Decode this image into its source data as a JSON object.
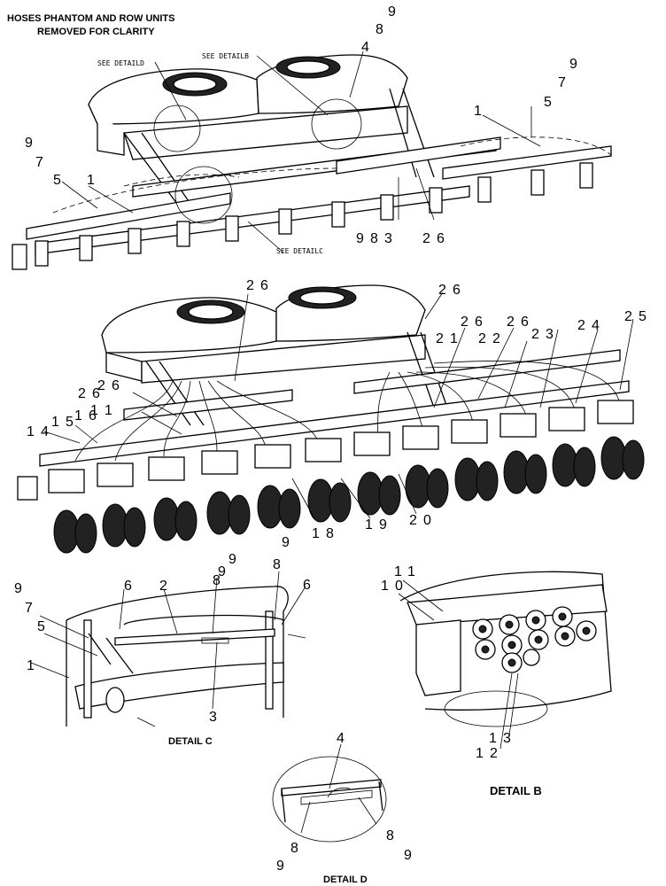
{
  "header": {
    "line1": "HOSES PHANTOM AND ROW UNITS",
    "line2": "REMOVED FOR CLARITY"
  },
  "see_labels": {
    "detail_d": "SEE DETAILD",
    "detail_b": "SEE DETAILB",
    "detail_c": "SEE DETAILC"
  },
  "captions": {
    "detail_c": "DETAIL C",
    "detail_b": "DETAIL B",
    "detail_d": "DETAIL D"
  },
  "callouts_top": [
    "9",
    "8",
    "4",
    "9",
    "7",
    "5",
    "1",
    "9",
    "7",
    "5",
    "1",
    "9",
    "8",
    "3",
    "2",
    "6"
  ],
  "callouts_mid": [
    "2",
    "6",
    "2",
    "6",
    "2",
    "6",
    "2",
    "6",
    "2",
    "1",
    "2",
    "2",
    "2",
    "3",
    "2",
    "4",
    "2",
    "5",
    "2",
    "6",
    "2",
    "6",
    "1",
    "1",
    "1",
    "6",
    "1",
    "5",
    "1",
    "4",
    "1",
    "8",
    "1",
    "9",
    "2",
    "0"
  ],
  "callouts_c": [
    "9",
    "9",
    "8",
    "9",
    "8",
    "6",
    "9",
    "7",
    "5",
    "2",
    "6",
    "1",
    "3"
  ],
  "callouts_b": [
    "1",
    "1",
    "1",
    "0",
    "1",
    "3",
    "1",
    "2"
  ],
  "callouts_d": [
    "4",
    "8",
    "8",
    "9",
    "9"
  ]
}
